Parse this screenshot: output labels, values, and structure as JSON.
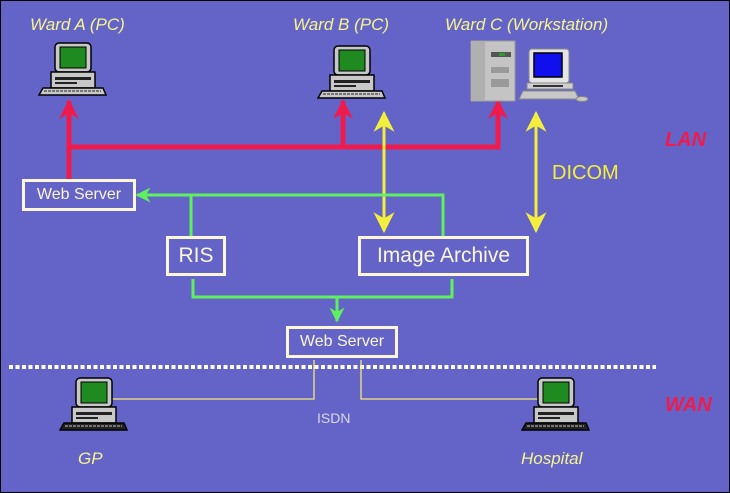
{
  "colors": {
    "background": "#6464c8",
    "lan_link": "#ee1b4c",
    "dicom_link": "#f4ef3c",
    "web_link": "#5ef05e",
    "isdn_link": "#f4e87a",
    "box_border": "#fbf6d8",
    "node_label": "#f6f48c"
  },
  "nodes": {
    "ward_a": {
      "label": "Ward A (PC)",
      "icon": "desktop-pc-icon"
    },
    "ward_b": {
      "label": "Ward B (PC)",
      "icon": "desktop-pc-icon"
    },
    "ward_c": {
      "label": "Ward C (Workstation)",
      "icon": "workstation-icon"
    },
    "gp": {
      "label": "GP",
      "icon": "desktop-pc-icon"
    },
    "hospital": {
      "label": "Hospital",
      "icon": "desktop-pc-icon"
    }
  },
  "boxes": {
    "web_server_lan": "Web Server",
    "ris": "RIS",
    "image_archive": "Image Archive",
    "web_server_wan": "Web Server"
  },
  "zones": {
    "lan": "LAN",
    "wan": "WAN"
  },
  "link_labels": {
    "dicom": "DICOM",
    "isdn": "ISDN"
  },
  "connections": [
    {
      "from": "Web Server (LAN)",
      "to": "Ward A (PC)",
      "type": "LAN",
      "direction": "to"
    },
    {
      "from": "Web Server (LAN)",
      "to": "Ward B (PC)",
      "type": "LAN",
      "direction": "to"
    },
    {
      "from": "Web Server (LAN)",
      "to": "Ward C (Workstation)",
      "type": "LAN",
      "direction": "to"
    },
    {
      "from": "Image Archive",
      "to": "Ward B (PC)",
      "type": "DICOM",
      "direction": "both"
    },
    {
      "from": "Image Archive",
      "to": "Ward C (Workstation)",
      "type": "DICOM",
      "direction": "both"
    },
    {
      "from": "RIS",
      "to": "Web Server (LAN)",
      "type": "web",
      "direction": "to"
    },
    {
      "from": "Image Archive",
      "to": "Web Server (LAN)",
      "type": "web",
      "direction": "to"
    },
    {
      "from": "RIS",
      "to": "Web Server (WAN)",
      "type": "web",
      "direction": "to"
    },
    {
      "from": "Image Archive",
      "to": "Web Server (WAN)",
      "type": "web",
      "direction": "to"
    },
    {
      "from": "Web Server (WAN)",
      "to": "GP",
      "type": "ISDN",
      "direction": "none"
    },
    {
      "from": "Web Server (WAN)",
      "to": "Hospital",
      "type": "ISDN",
      "direction": "none"
    }
  ]
}
